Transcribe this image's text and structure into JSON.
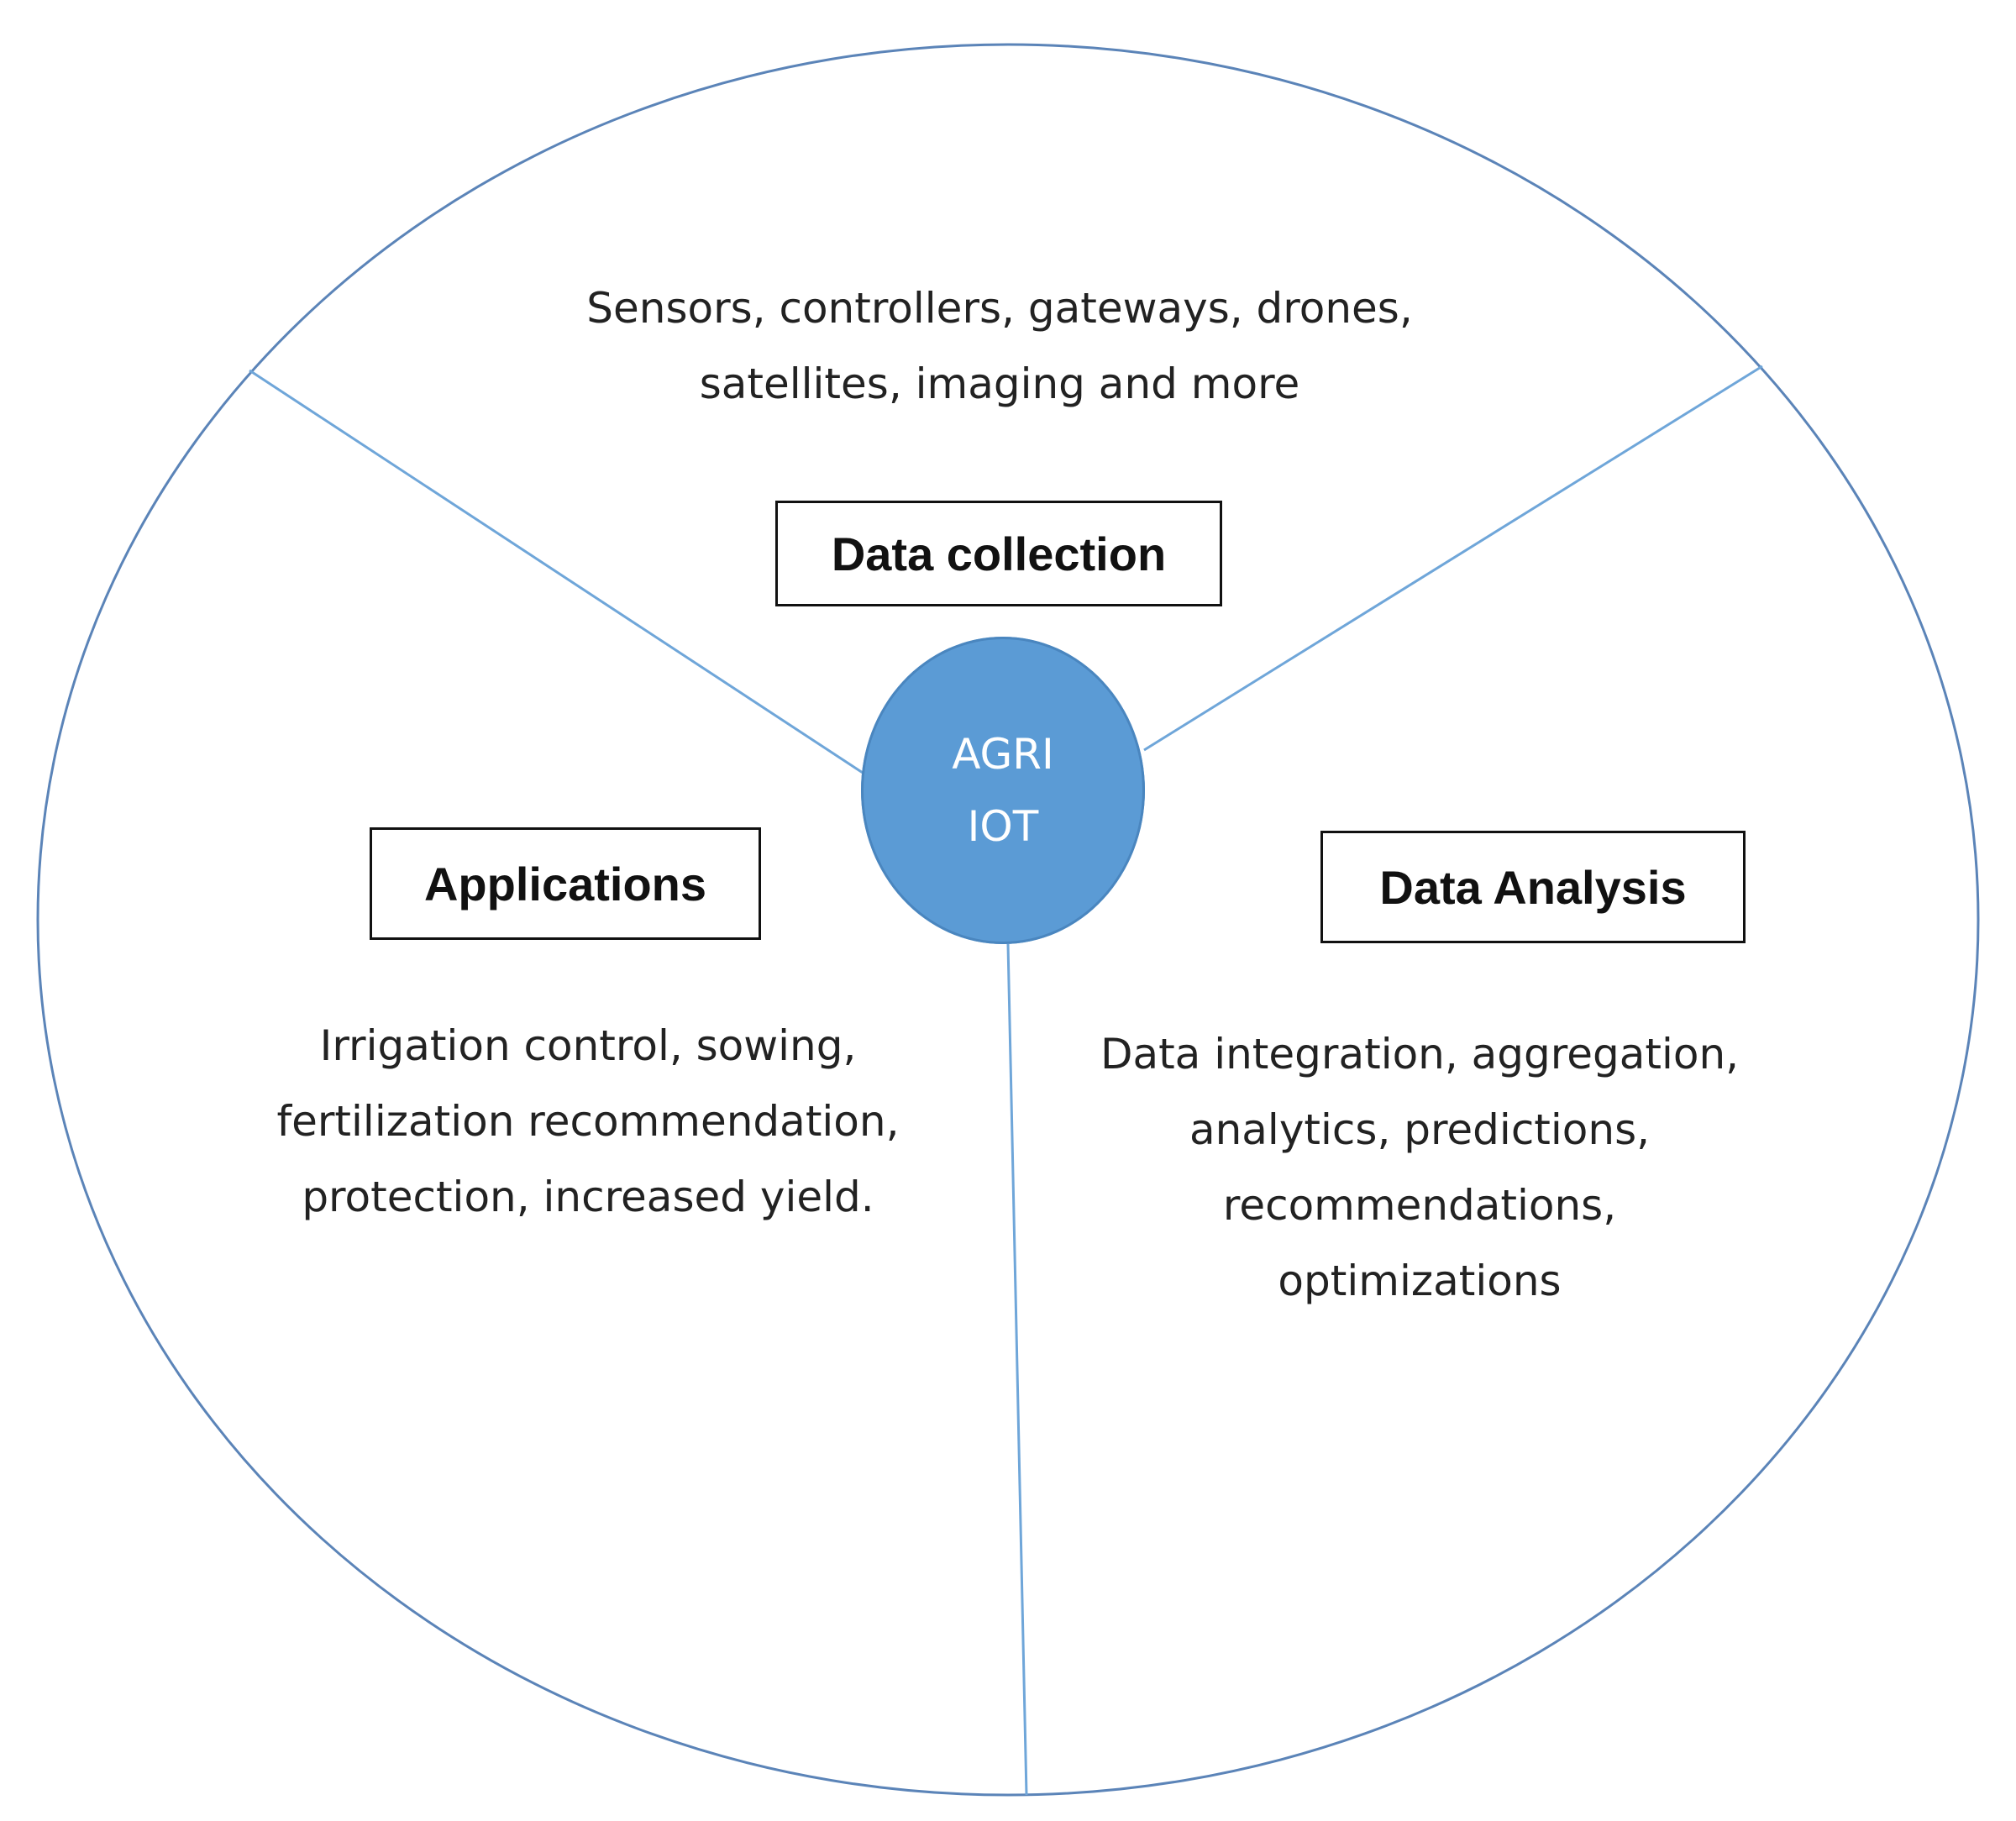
{
  "hub": {
    "line1": "AGRI",
    "line2": "IOT"
  },
  "sections": {
    "data_collection": {
      "title": "Data collection",
      "lines": [
        "Sensors, controllers, gateways, drones,",
        "satellites, imaging and more"
      ]
    },
    "applications": {
      "title": "Applications",
      "lines": [
        "Irrigation control, sowing,",
        "fertilization recommendation,",
        "protection, increased yield."
      ]
    },
    "data_analysis": {
      "title": "Data Analysis",
      "lines": [
        "Data integration, aggregation,",
        "analytics, predictions,",
        "recommendations,",
        "optimizations"
      ]
    }
  },
  "colors": {
    "outer_ring": "#5b84b8",
    "divider": "#6fa6d9",
    "hub_fill": "#5b9bd5",
    "hub_text": "#ffffff",
    "box_border": "#111111",
    "text": "#222222"
  }
}
